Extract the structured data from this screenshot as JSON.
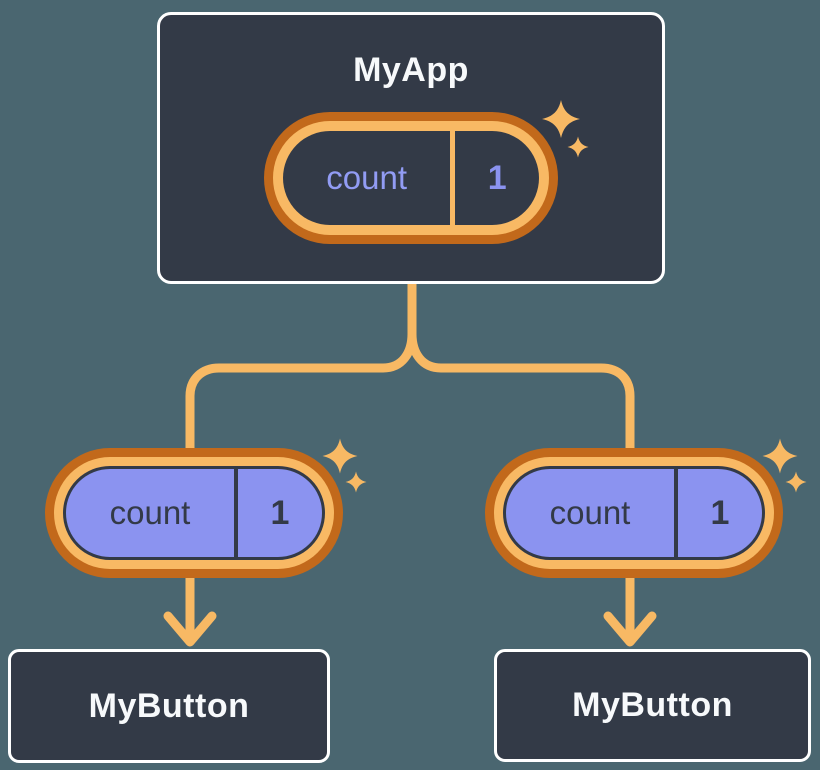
{
  "colors": {
    "background": "#4a6670",
    "card_fill": "#333a47",
    "card_border": "#ffffff",
    "title_text": "#f7f9fb",
    "accent_amber": "#f8b964",
    "accent_dark_orange": "#c2691b",
    "periwinkle": "#8b93f0",
    "state_text_on_dark": "#929cf4",
    "dark_text": "#333a47"
  },
  "app": {
    "title": "MyApp",
    "state": {
      "label": "count",
      "value": "1"
    }
  },
  "children": {
    "left": {
      "title": "MyButton",
      "prop": {
        "label": "count",
        "value": "1"
      }
    },
    "right": {
      "title": "MyButton",
      "prop": {
        "label": "count",
        "value": "1"
      }
    }
  },
  "icons": {
    "sparkle_icon": "✦",
    "arrow_down_icon": "↓"
  }
}
